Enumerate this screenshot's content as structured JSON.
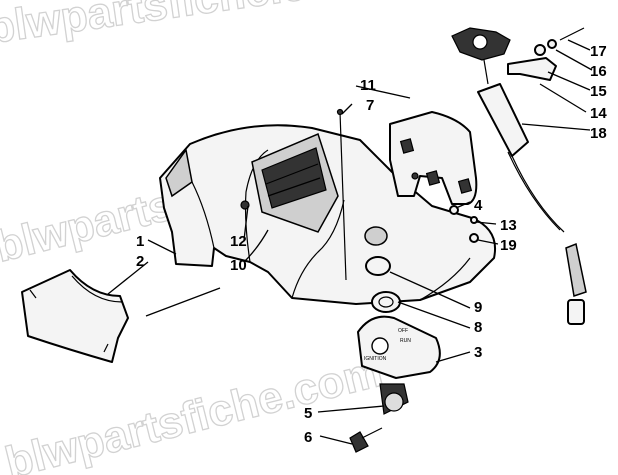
{
  "watermark": "blwpartsfiche.com",
  "callouts": [
    {
      "id": "1",
      "text": "1"
    },
    {
      "id": "2",
      "text": "2"
    },
    {
      "id": "3",
      "text": "3"
    },
    {
      "id": "4",
      "text": "4"
    },
    {
      "id": "5",
      "text": "5"
    },
    {
      "id": "6",
      "text": "6"
    },
    {
      "id": "7",
      "text": "7"
    },
    {
      "id": "8",
      "text": "8"
    },
    {
      "id": "9",
      "text": "9"
    },
    {
      "id": "10",
      "text": "10"
    },
    {
      "id": "11",
      "text": "11"
    },
    {
      "id": "12",
      "text": "12"
    },
    {
      "id": "13",
      "text": "13"
    },
    {
      "id": "14",
      "text": "14"
    },
    {
      "id": "15",
      "text": "15"
    },
    {
      "id": "16",
      "text": "16"
    },
    {
      "id": "17",
      "text": "17"
    },
    {
      "id": "18",
      "text": "18"
    },
    {
      "id": "19",
      "text": "19"
    }
  ],
  "plate_markings": {
    "off": "OFF",
    "run": "RUN",
    "ignition": "IGNITION"
  }
}
